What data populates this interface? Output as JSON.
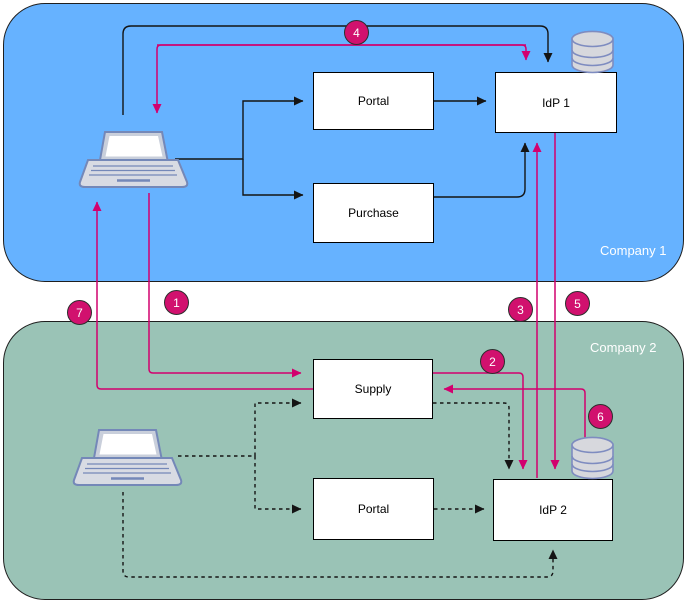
{
  "zones": {
    "company1": {
      "label": "Company 1",
      "fill": "#66b2ff"
    },
    "company2": {
      "label": "Company 2",
      "fill": "#9ac3b6"
    }
  },
  "nodes": {
    "portal1": {
      "label": "Portal"
    },
    "purchase": {
      "label": "Purchase"
    },
    "idp1": {
      "label": "IdP 1"
    },
    "supply": {
      "label": "Supply"
    },
    "portal2": {
      "label": "Portal"
    },
    "idp2": {
      "label": "IdP 2"
    }
  },
  "steps": {
    "s1": "1",
    "s2": "2",
    "s3": "3",
    "s4": "4",
    "s5": "5",
    "s6": "6",
    "s7": "7"
  },
  "colors": {
    "flow_accent": "#d2006e",
    "step_badge_fill": "#d1116e",
    "black_flow": "#141414",
    "icon_stroke": "#7488b8",
    "icon_fill": "#d8dbe3"
  },
  "icons": {
    "laptop_company1": "laptop-icon",
    "laptop_company2": "laptop-icon",
    "database_idp1": "database-icon",
    "database_idp2": "database-icon"
  }
}
